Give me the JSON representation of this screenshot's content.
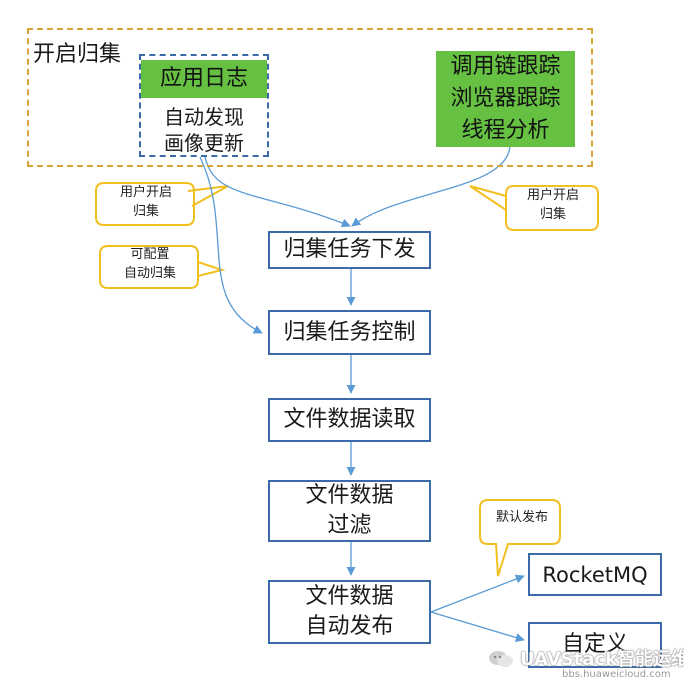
{
  "outer_group": {
    "label": "开启归集"
  },
  "inner_group": {
    "title": "应用日志",
    "text": "自动发现\n画像更新"
  },
  "right_group": {
    "text": "调用链跟踪\n浏览器跟踪\n线程分析"
  },
  "callouts": {
    "user_enable_left": "用户开启\n归集",
    "configurable": "可配置\n自动归集",
    "user_enable_right": "用户开启\n归集",
    "default_publish": "默认发布"
  },
  "steps": {
    "dispatch": "归集任务下发",
    "control": "归集任务控制",
    "read": "文件数据读取",
    "filter": "文件数据\n过滤",
    "publish": "文件数据\n自动发布"
  },
  "targets": {
    "rocketmq": "RocketMQ",
    "custom": "自定义"
  },
  "watermark": {
    "main": "UAVStack智能运维",
    "sub": "bbs.huaweicloud.com"
  },
  "colors": {
    "arrow": "#5b9bd5",
    "callout": "#f2c01e",
    "green": "#66c142",
    "box_border": "#3a6aa8"
  }
}
